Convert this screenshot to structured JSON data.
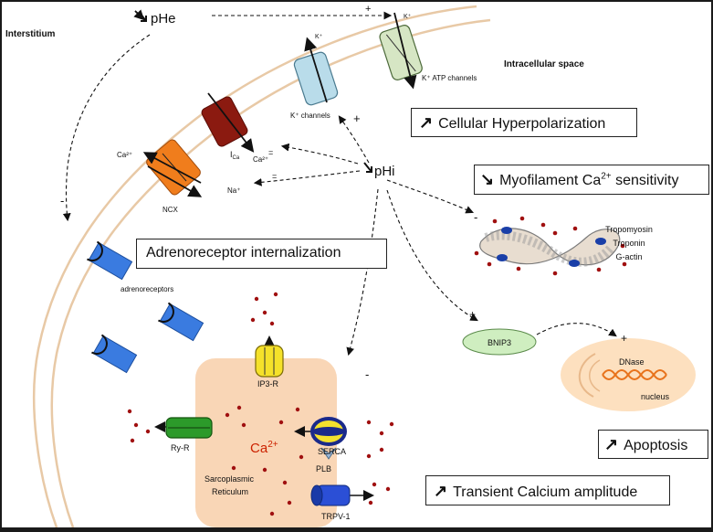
{
  "labels": {
    "interstitium": "Interstitium",
    "intracellular": "Intracellular space",
    "phe": "pHe",
    "phi": "pHi",
    "k_top": "K⁺",
    "k_atp_top": "K⁺",
    "k_channels": "K⁺ channels",
    "k_atp_channels": "K⁺ ATP channels",
    "ica": "I",
    "ica_sub": "Ca",
    "ca2_ica": "Ca²⁺",
    "ca2_ncx": "Ca²⁺",
    "na": "Na⁺",
    "ncx": "NCX",
    "adrenoreceptors": "adrenoreceptors",
    "plus1": "+",
    "plus2": "+",
    "plus3": "+",
    "plus4": "+",
    "minus1": "-",
    "minus2": "-",
    "minus3": "-",
    "tropomyosin": "Tropomyosin",
    "troponin": "Troponin",
    "gactin": "G-actin",
    "bnip3": "BNIP3",
    "dnase": "DNase",
    "nucleus": "nucleus",
    "ip3r": "IP3-R",
    "ryr": "Ry-R",
    "ca_sr": "Ca",
    "ca_sr_sup": "2+",
    "serca": "SERCA",
    "plb": "PLB",
    "sarcoplasmic": "Sarcoplasmic",
    "reticulum": "Reticulum",
    "trpv1": "TRPV-1"
  },
  "boxes": {
    "hyperpolarization": "Cellular Hyperpolarization",
    "myofilament_pre": "Myofilament Ca",
    "myofilament_sup": "2+",
    "myofilament_post": " sensitivity",
    "adrenoreceptor": "Adrenoreceptor internalization",
    "apoptosis": "Apoptosis",
    "transient": "Transient Calcium amplitude"
  },
  "colors": {
    "membrane": "#e8c9a6",
    "sr_fill": "#f9d6b6",
    "nucleus_fill": "#fde0bf",
    "ica_channel": "#8b1a10",
    "ncx_channel": "#f07d1c",
    "k_channel": "#b9dcea",
    "katp_channel": "#d6e6c4",
    "adreno": "#3a7be0",
    "ryr": "#2c9a2a",
    "ip3r": "#f5e12a",
    "serca_blue": "#1a2a8a",
    "serca_yellow": "#f3e12e",
    "trpv": "#2b4fd6",
    "bnip3": "#cfeec0",
    "dna": "#e8731c",
    "ca_red": "#cc2200",
    "dot_red": "#a01010"
  }
}
